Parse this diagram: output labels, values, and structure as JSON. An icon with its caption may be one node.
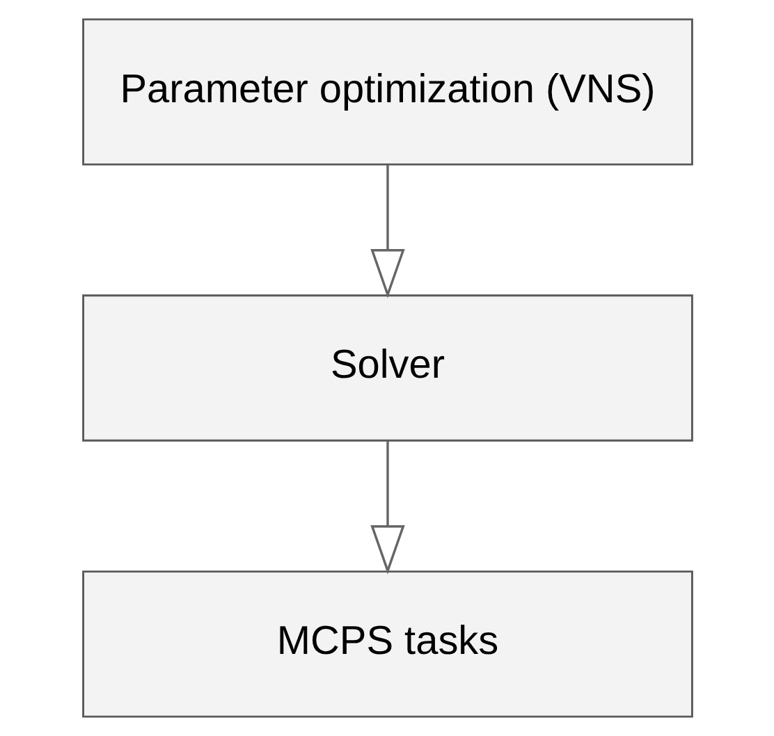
{
  "diagram": {
    "nodes": [
      {
        "text": [
          "Parameter optimization (VNS)"
        ]
      },
      {
        "text": [
          "Solver"
        ]
      },
      {
        "text": [
          "MCPS tasks"
        ]
      }
    ],
    "edges": [
      {
        "from": 0,
        "to": 1,
        "arrow": "to"
      },
      {
        "from": 1,
        "to": 2,
        "arrow": "to"
      }
    ]
  }
}
